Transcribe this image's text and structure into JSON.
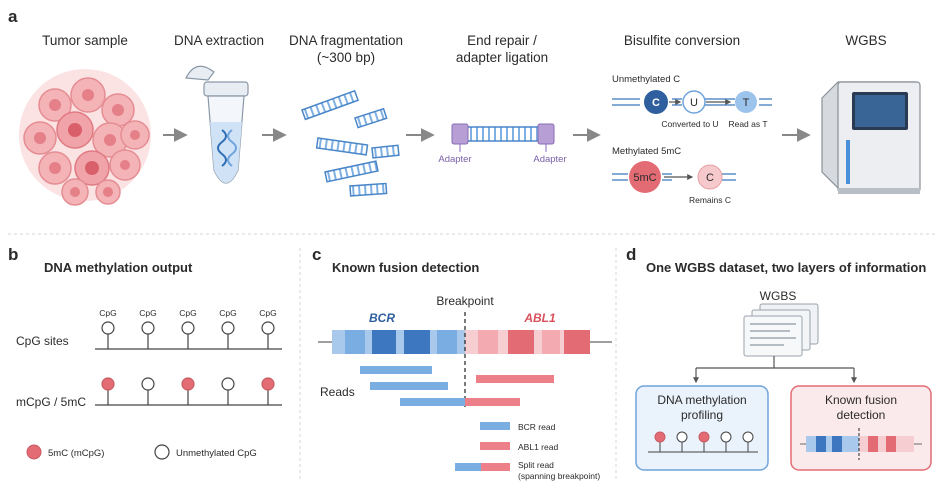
{
  "panel_a": {
    "letter": "a",
    "steps": [
      "Tumor sample",
      "DNA extraction",
      "DNA fragmentation",
      "End repair /",
      "Bisulfite conversion",
      "WGBS"
    ],
    "step_sub": {
      "fragmentation": "(~300 bp)",
      "end_repair": "adapter ligation"
    },
    "adapter_label": "Adapter",
    "bisulfite": {
      "unmethylated_label": "Unmethylated C",
      "methylated_label": "Methylated 5mC",
      "bases": {
        "c": "C",
        "u": "U",
        "t": "T",
        "mc": "5mC"
      },
      "converted_to_u": "Converted to U",
      "read_as_t": "Read as T",
      "remains_c": "Remains C"
    }
  },
  "panel_b": {
    "letter": "b",
    "title": "DNA methylation output",
    "site_label": "CpG",
    "row1_label": "CpG sites",
    "row2_label": "mCpG / 5mC",
    "row2_methylated": [
      true,
      false,
      true,
      false,
      true
    ],
    "legend_methylated": "5mC (mCpG)",
    "legend_unmethylated": "Unmethylated CpG"
  },
  "panel_c": {
    "letter": "c",
    "title": "Known fusion detection",
    "breakpoint_label": "Breakpoint",
    "gene_left": "BCR",
    "gene_right": "ABL1",
    "reads_label": "Reads",
    "legend": {
      "bcr": "BCR read",
      "abl1": "ABL1 read",
      "split1": "Split read",
      "split2": "(spanning breakpoint)"
    }
  },
  "panel_d": {
    "letter": "d",
    "title": "One WGBS dataset, two layers of information",
    "dataset_label": "WGBS",
    "box_left": [
      "DNA methylation",
      "profiling"
    ],
    "box_right": [
      "Known fusion",
      "detection"
    ]
  },
  "colors": {
    "blue": "#6fa3dc",
    "dark_blue": "#2f6db5",
    "red": "#e06670",
    "pink": "#f4c4c7",
    "purple": "#a88dc6",
    "box_blue_bg": "#eaf2fb",
    "box_red_bg": "#fbeaec",
    "arrow": "#888888"
  }
}
